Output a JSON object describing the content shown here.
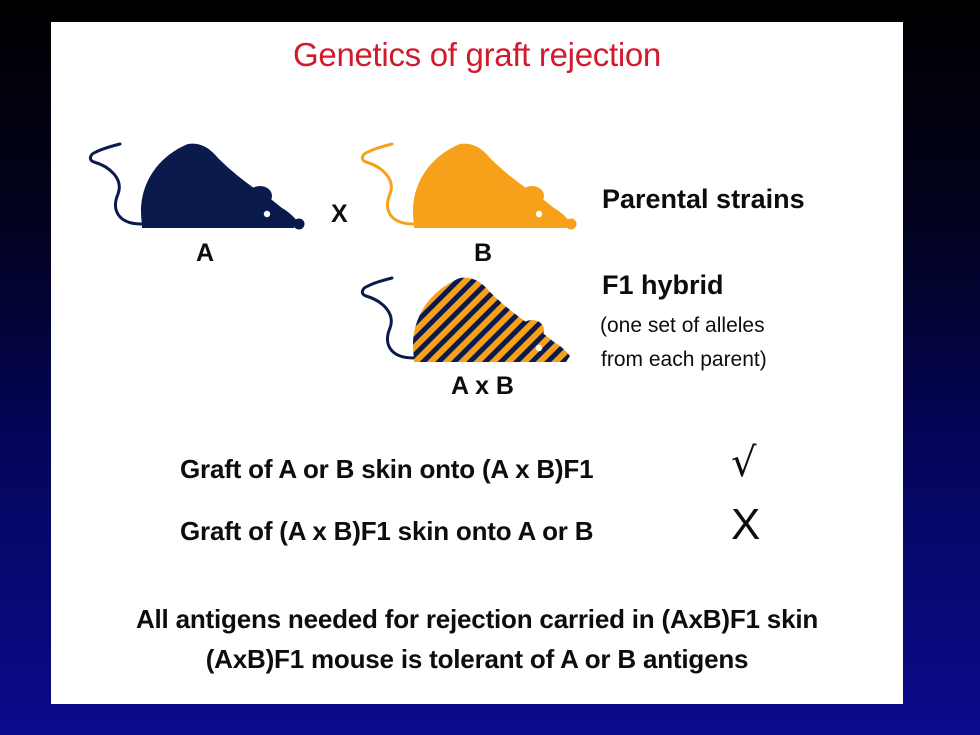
{
  "title": "Genetics of graft rejection",
  "colors": {
    "title": "#d11a2e",
    "strain_a": "#0b1a4d",
    "strain_b": "#f7a11b",
    "text": "#0d0d0d"
  },
  "mice": {
    "a": {
      "label": "A",
      "icon": "dark-blue-mouse-icon"
    },
    "cross": "X",
    "b": {
      "label": "B",
      "icon": "orange-mouse-icon"
    },
    "f1": {
      "label": "A x B",
      "icon": "hatched-mouse-icon"
    }
  },
  "labels": {
    "parental": "Parental strains",
    "f1_title": "F1 hybrid",
    "f1_note_1": "(one set of alleles",
    "f1_note_2": "from each parent)"
  },
  "grafts": [
    {
      "text": "Graft of A or B skin onto (A x B)F1",
      "mark": "√",
      "outcome": "accepted"
    },
    {
      "text": "Graft of (A x B)F1 skin onto A or B",
      "mark": "X",
      "outcome": "rejected"
    }
  ],
  "conclusions": [
    "All antigens needed for rejection carried in (AxB)F1 skin",
    "(AxB)F1 mouse is tolerant of A or B antigens"
  ]
}
